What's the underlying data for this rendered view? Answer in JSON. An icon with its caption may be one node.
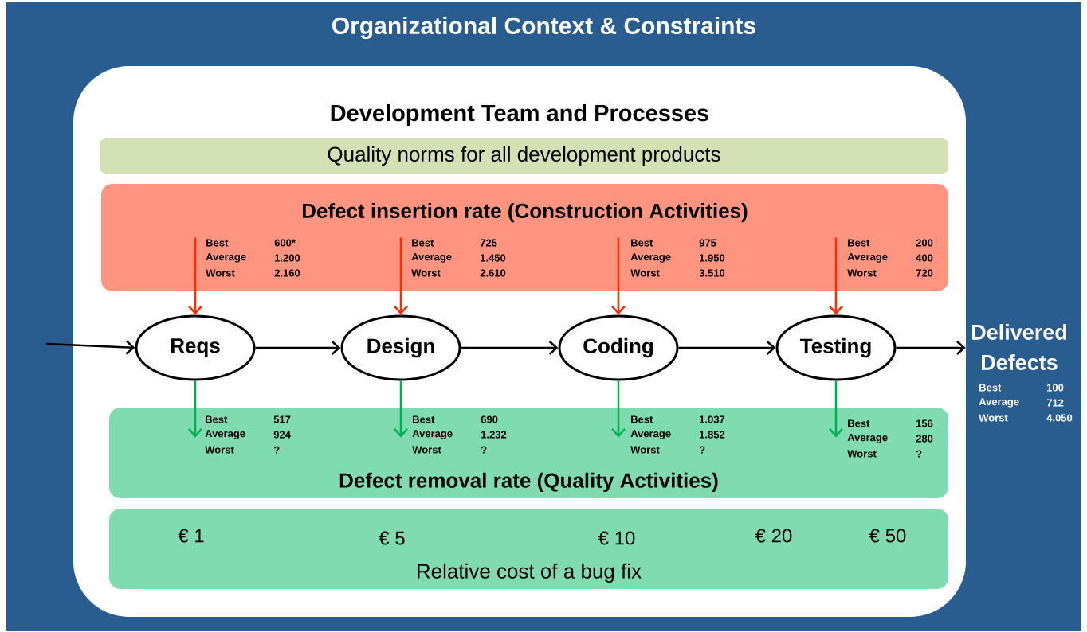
{
  "diagram": {
    "nodes": [
      {
        "text": [
          "Organizational Context & Constraints"
        ]
      },
      {
        "text": [
          "Development Team and Processes"
        ],
        "in": 0
      },
      {
        "text": [
          "Quality norms for all development products"
        ],
        "in": 1
      },
      {
        "text": [
          "Defect insertion rate (Construction Activities)"
        ],
        "in": 1
      },
      {
        "text": [
          "Defect removal rate (Quality Activities)"
        ],
        "in": 1
      },
      {
        "text": [
          "Relative cost of a bug fix"
        ],
        "in": 1
      },
      {
        "text": [
          "Reqs"
        ],
        "in": 1
      },
      {
        "text": [
          "Design"
        ],
        "in": 1
      },
      {
        "text": [
          "Coding"
        ],
        "in": 1
      },
      {
        "text": [
          "Testing"
        ],
        "in": 1
      },
      {
        "text": [
          "Delivered Defects"
        ],
        "beside": [
          "Best",
          "100",
          "Average",
          "712",
          "Worst",
          "4.050"
        ],
        "in": 0
      }
    ],
    "edges": [
      {
        "from": null,
        "to": 6,
        "arrow": "to"
      },
      {
        "from": 6,
        "to": 7,
        "arrow": "to"
      },
      {
        "from": 7,
        "to": 8,
        "arrow": "to"
      },
      {
        "from": 8,
        "to": 9,
        "arrow": "to"
      },
      {
        "from": 9,
        "to": 10,
        "arrow": "to"
      },
      {
        "from": 3,
        "to": 6,
        "arrow": "to",
        "color": "#ff2a00"
      },
      {
        "from": 3,
        "to": 7,
        "arrow": "to",
        "color": "#ff2a00"
      },
      {
        "from": 3,
        "to": 8,
        "arrow": "to",
        "color": "#ff2a00"
      },
      {
        "from": 3,
        "to": 9,
        "arrow": "to",
        "color": "#ff2a00"
      },
      {
        "from": 6,
        "to": 4,
        "arrow": "to",
        "color": "#00b050"
      },
      {
        "from": 7,
        "to": 4,
        "arrow": "to",
        "color": "#00b050"
      },
      {
        "from": 8,
        "to": 4,
        "arrow": "to",
        "color": "#00b050"
      },
      {
        "from": 9,
        "to": 4,
        "arrow": "to",
        "color": "#00b050"
      }
    ],
    "labels": [
      "Best",
      "600*",
      "Average",
      "1.200",
      "Worst",
      "2.160",
      "Best",
      "725",
      "Average",
      "1.450",
      "Worst",
      "2.610",
      "Best",
      "975",
      "Average",
      "1.950",
      "Worst",
      "3.510",
      "Best",
      "200",
      "Average",
      "400",
      "Worst",
      "720",
      "Best",
      "517",
      "Average",
      "924",
      "Worst",
      "?",
      "Best",
      "690",
      "Average",
      "1.232",
      "Worst",
      "?",
      "Best",
      "1.037",
      "Average",
      "1.852",
      "Worst",
      "?",
      "Best",
      "156",
      "Average",
      "280",
      "Worst",
      "?",
      "€ 1",
      "€ 5",
      "€ 10",
      "€ 20",
      "€ 50"
    ]
  }
}
